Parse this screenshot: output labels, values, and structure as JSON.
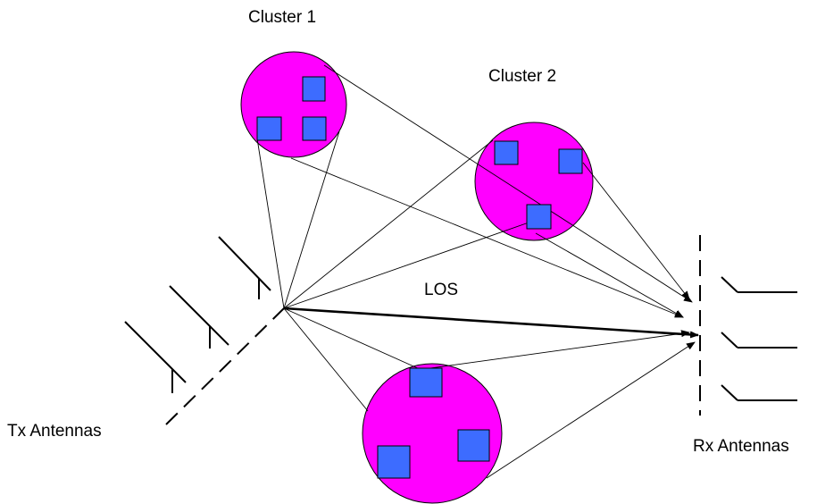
{
  "labels": {
    "cluster1": "Cluster 1",
    "cluster2": "Cluster 2",
    "los": "LOS",
    "tx": "Tx Antennas",
    "rx": "Rx Antennas"
  },
  "colors": {
    "cluster_fill": "#ff00ff",
    "scatterer_fill": "#3d6cff",
    "line": "#000000"
  },
  "scatterers_per_cluster": [
    3,
    3,
    3
  ],
  "tx_antenna_count": 3,
  "rx_antenna_count": 3
}
